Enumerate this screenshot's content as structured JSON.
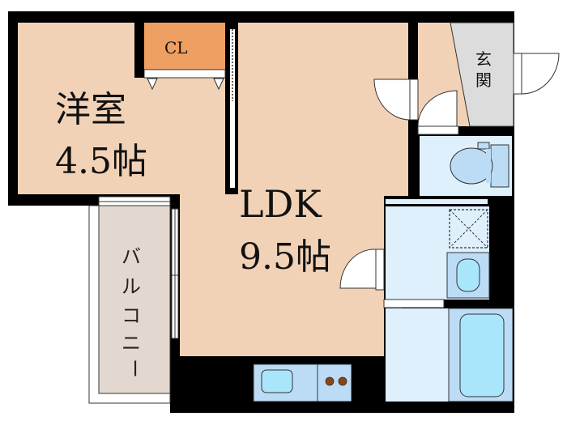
{
  "floorplan": {
    "rooms": {
      "western_room": {
        "name": "洋室",
        "size": "4.5帖"
      },
      "closet": {
        "name": "CL"
      },
      "ldk": {
        "name": "LDK",
        "size": "9.5帖"
      },
      "entrance": {
        "name_line1": "玄",
        "name_line2": "関"
      },
      "balcony": {
        "chars": [
          "バ",
          "ル",
          "コ",
          "ニ",
          "ー"
        ]
      }
    },
    "colors": {
      "wall": "#000000",
      "room_floor": "#f2d2b6",
      "closet": "#ef9f62",
      "entrance": "#dcdcdc",
      "balcony": "#e3d8cf",
      "wet_area": "#dff0fd",
      "fixture": "#bcdcf6",
      "fixture_inner": "#a9e6fb",
      "stove_burner": "#8b4513"
    }
  }
}
